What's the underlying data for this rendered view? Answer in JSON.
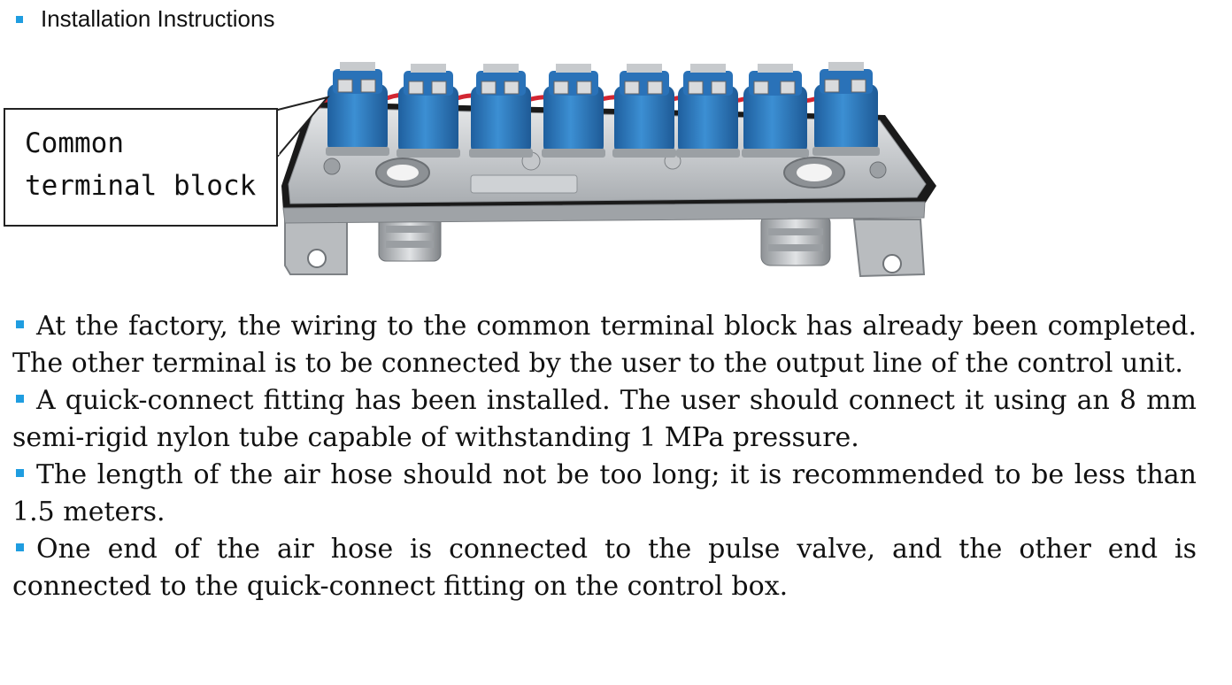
{
  "heading": {
    "text": "Installation Instructions"
  },
  "callout": {
    "line1": "Common",
    "line2": "terminal block"
  },
  "photo": {
    "icon": "terminal-block-photo",
    "valve_count": 8,
    "colors": {
      "coil_blue": "#2f7fc4",
      "wire_red": "#d22632",
      "plate_silver": "#c9cccf",
      "gasket_black": "#1a1a1a"
    }
  },
  "paragraphs": [
    "At the factory, the wiring to the common terminal block has already been completed. The other terminal is to be connected by the user to the output line of the control unit.",
    "A quick-connect fitting has been installed. The user should connect it using an 8 mm semi-rigid nylon tube capable of withstanding 1 MPa pressure.",
    "The length of the air hose should not be too long; it is recommended to be less than 1.5 meters.",
    "One end of the air hose is connected to the pulse valve, and the other end is connected to the quick-connect fitting on the control box."
  ],
  "colors": {
    "bullet": "#1f9de0",
    "text": "#111111"
  }
}
